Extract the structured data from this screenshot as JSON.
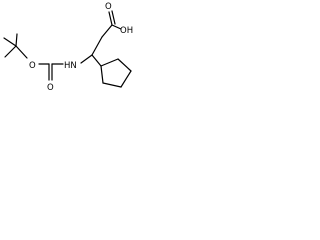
{
  "molecule": {
    "atoms": {
      "oxygen_carbonyl_acid": "O",
      "hydroxyl_acid": "OH",
      "oxygen_carbamate_ester": "O",
      "oxygen_carbamate_carbonyl": "O",
      "amine": "HN"
    }
  }
}
